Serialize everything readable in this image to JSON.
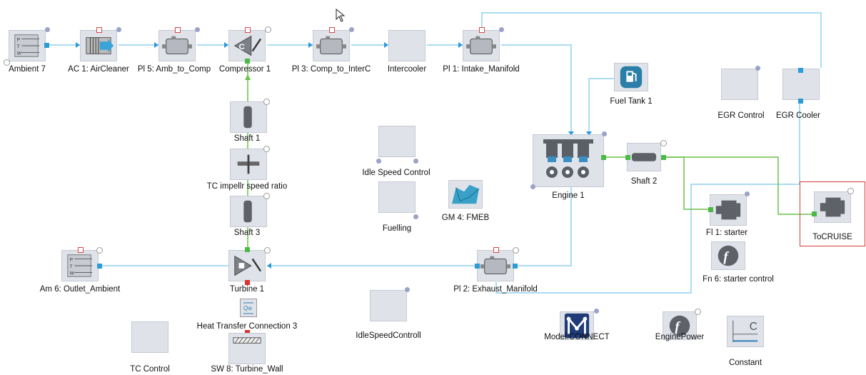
{
  "blocks": {
    "ambient7": "Ambient 7",
    "aircleaner": "AC 1: AirCleaner",
    "amb_to_comp": "Pl 5: Amb_to_Comp",
    "compressor": "Compressor 1",
    "comp_to_interc": "Pl 3: Comp_to_InterC",
    "intercooler": "Intercooler",
    "intake_manifold": "Pl 1: Intake_Manifold",
    "fuel_tank": "Fuel Tank 1",
    "egr_control": "EGR Control",
    "egr_cooler": "EGR Cooler",
    "shaft1": "Shaft 1",
    "tc_ratio": "TC impellr speed ratio",
    "shaft3": "Shaft 3",
    "idle_speed_control": "Idle Speed Control",
    "fuelling": "Fuelling",
    "fmeb": "GM 4: FMEB",
    "engine": "Engine 1",
    "shaft2": "Shaft 2",
    "starter": "Fl 1: starter",
    "tocruise": "ToCRUISE",
    "starter_control": "Fn 6: starter control",
    "outlet_ambient": "Am 6: Outlet_Ambient",
    "turbine": "Turbine 1",
    "exhaust_manifold": "Pl 2: Exhaust_Manifold",
    "heat_transfer": "Heat Transfer Connection 3",
    "idle_speed_controll": "IdleSpeedControll",
    "tc_control": "TC  Control",
    "turbine_wall": "SW 8: Turbine_Wall",
    "model_connect": "Model.CONNECT",
    "engine_power": "EnginePower",
    "constant": "Constant"
  },
  "icon_text": {
    "ptw_p": "P",
    "ptw_t": "T",
    "ptw_w": "W",
    "qw": "Qw",
    "constant_c": "C",
    "comp_c": "C"
  },
  "colors": {
    "gas_line": "#8fd0f0",
    "mech_line": "#6cc04a",
    "selection": "#d43a3a",
    "block_fill": "#dfe3e9"
  },
  "selected_block": "tocruise"
}
